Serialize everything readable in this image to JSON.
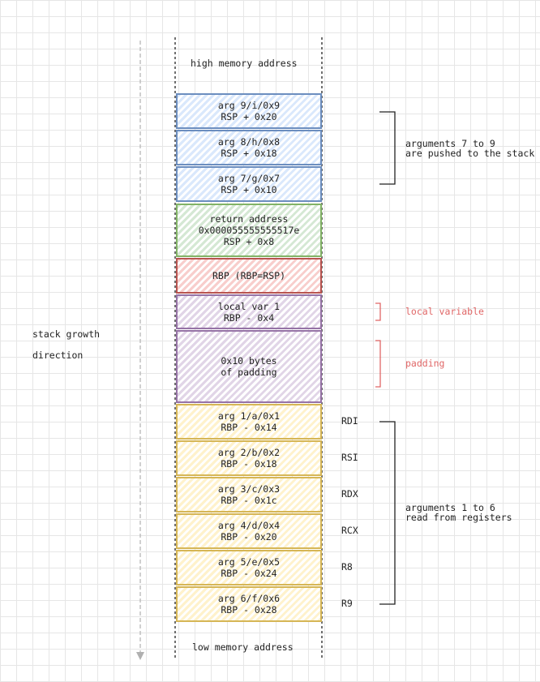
{
  "top_label": "high memory address",
  "bottom_label": "low memory address",
  "growth_label_line1": "stack growth",
  "growth_label_line2": "direction",
  "blocks": [
    {
      "line1": "arg 9/i/0x9",
      "line2": "RSP + 0x20",
      "color": "blue"
    },
    {
      "line1": "arg 8/h/0x8",
      "line2": "RSP + 0x18",
      "color": "blue"
    },
    {
      "line1": "arg 7/g/0x7",
      "line2": "RSP + 0x10",
      "color": "blue"
    },
    {
      "line1": "return address",
      "line2": "0x000055555555517e",
      "line3": "RSP + 0x8",
      "color": "green"
    },
    {
      "line1": "RBP (RBP=RSP)",
      "color": "red"
    },
    {
      "line1": "local var 1",
      "line2": "RBP - 0x4",
      "color": "purple"
    },
    {
      "line1": "0x10 bytes",
      "line2": "of padding",
      "color": "purple"
    },
    {
      "line1": "arg 1/a/0x1",
      "line2": "RBP - 0x14",
      "register": "RDI",
      "color": "yellow"
    },
    {
      "line1": "arg 2/b/0x2",
      "line2": "RBP - 0x18",
      "register": "RSI",
      "color": "yellow"
    },
    {
      "line1": "arg 3/c/0x3",
      "line2": "RBP - 0x1c",
      "register": "RDX",
      "color": "yellow"
    },
    {
      "line1": "arg 4/d/0x4",
      "line2": "RBP - 0x20",
      "register": "RCX",
      "color": "yellow"
    },
    {
      "line1": "arg 5/e/0x5",
      "line2": "RBP - 0x24",
      "register": "R8",
      "color": "yellow"
    },
    {
      "line1": "arg 6/f/0x6",
      "line2": "RBP - 0x28",
      "register": "R9",
      "color": "yellow"
    }
  ],
  "annotations": {
    "stack_args_line1": "arguments 7 to 9",
    "stack_args_line2": "are pushed to the stack",
    "local_variable": "local variable",
    "padding": "padding",
    "register_args_line1": "arguments 1 to 6",
    "register_args_line2": "read from registers"
  },
  "colors": {
    "blue": "#6c8ebf",
    "green": "#82b366",
    "red": "#b85450",
    "purple": "#9673a6",
    "yellow": "#d6b656",
    "annotation_red": "#e06666"
  }
}
